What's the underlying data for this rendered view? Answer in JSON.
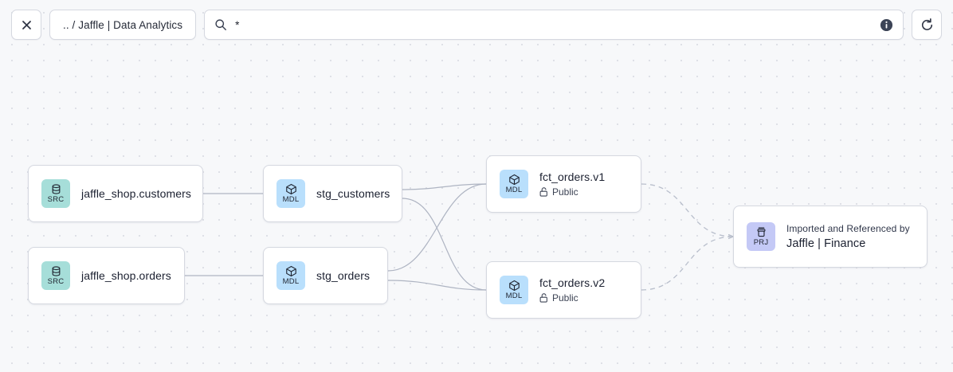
{
  "toolbar": {
    "close_icon": "close-icon",
    "breadcrumb": ".. / Jaffle | Data Analytics",
    "search_icon": "search-icon",
    "search_value": "*",
    "search_placeholder": "",
    "info_icon": "info-icon",
    "refresh_icon": "refresh-icon"
  },
  "graph": {
    "nodes": [
      {
        "id": "src-customers",
        "badge": "SRC",
        "badge_icon": "database-icon",
        "title": "jaffle_shop.customers"
      },
      {
        "id": "src-orders",
        "badge": "SRC",
        "badge_icon": "database-icon",
        "title": "jaffle_shop.orders"
      },
      {
        "id": "stg-customers",
        "badge": "MDL",
        "badge_icon": "cube-icon",
        "title": "stg_customers"
      },
      {
        "id": "stg-orders",
        "badge": "MDL",
        "badge_icon": "cube-icon",
        "title": "stg_orders"
      },
      {
        "id": "fct-v1",
        "badge": "MDL",
        "badge_icon": "cube-icon",
        "title": "fct_orders.v1",
        "access_icon": "unlock-icon",
        "access": "Public"
      },
      {
        "id": "fct-v2",
        "badge": "MDL",
        "badge_icon": "cube-icon",
        "title": "fct_orders.v2",
        "access_icon": "unlock-icon",
        "access": "Public"
      },
      {
        "id": "prj",
        "badge": "PRJ",
        "badge_icon": "project-icon",
        "kicker": "Imported and Referenced by",
        "title": "Jaffle | Finance"
      }
    ],
    "colors": {
      "src_badge": "#a6ded9",
      "mdl_badge": "#b9dffc",
      "prj_badge": "#c4c9f6",
      "node_border": "#d5d8e0",
      "node_bg": "#ffffff",
      "canvas_bg": "#f7f8fa",
      "edge": "#aeb4c2",
      "dashed_edge": "#b9bfcc"
    }
  }
}
